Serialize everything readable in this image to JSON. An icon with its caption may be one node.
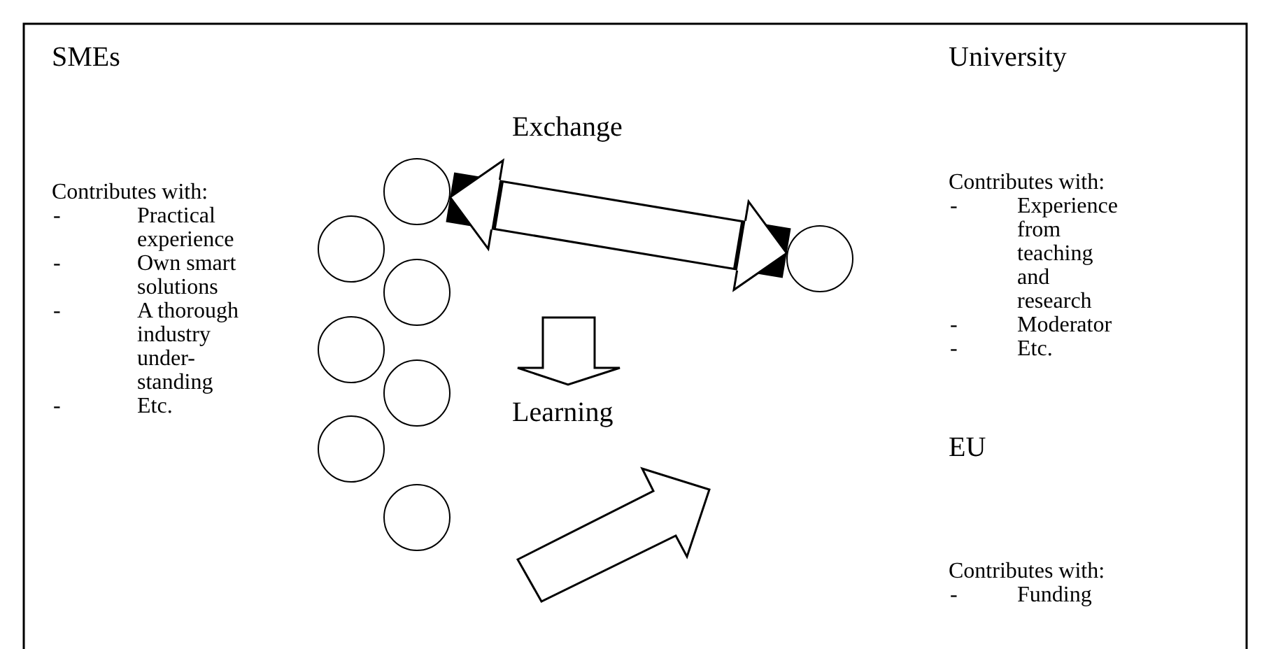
{
  "diagram": {
    "nodes": [
      {
        "text": [],
        "shape": "circle"
      },
      {
        "text": [],
        "shape": "circle"
      },
      {
        "text": [],
        "shape": "circle"
      },
      {
        "text": [],
        "shape": "circle"
      },
      {
        "text": [],
        "shape": "circle"
      },
      {
        "text": [],
        "shape": "circle"
      },
      {
        "text": [],
        "shape": "circle"
      },
      {
        "text": [],
        "shape": "circle"
      }
    ],
    "edges": [
      {
        "from": 0,
        "to": 7,
        "arrow": "both"
      }
    ],
    "labels": [
      "SMEs",
      "Contributes with:",
      "-",
      "Practical experience",
      "-",
      "Own smart solutions",
      "-",
      "A thorough industry under-standing",
      "-",
      "Etc.",
      "Exchange",
      "Learning",
      "University",
      "Contributes with:",
      "-",
      "Experience from teaching and research",
      "-",
      "Moderator",
      "-",
      "Etc.",
      "EU",
      "Contributes with:",
      "-",
      "Funding"
    ]
  }
}
